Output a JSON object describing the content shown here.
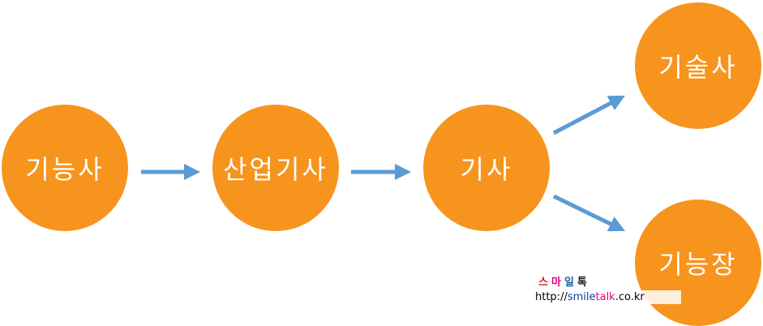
{
  "nodes": {
    "craftsman": "기능사",
    "industrial_engineer": "산업기사",
    "engineer": "기사",
    "professional_engineer": "기술사",
    "master_craftsman": "기능장"
  },
  "edges": [
    {
      "from": "기능사",
      "to": "산업기사"
    },
    {
      "from": "산업기사",
      "to": "기사"
    },
    {
      "from": "기사",
      "to": "기술사"
    },
    {
      "from": "기사",
      "to": "기능장"
    }
  ],
  "watermark": {
    "title_chars": [
      "스",
      "마",
      "일",
      "톡"
    ],
    "url_prefix": "http://",
    "url_smile": "smile",
    "url_talk": "talk",
    "url_domain": ".co.kr"
  },
  "colors": {
    "node_fill": "#f7941d",
    "arrow": "#5b9bd5",
    "node_text": "#ffffff"
  }
}
